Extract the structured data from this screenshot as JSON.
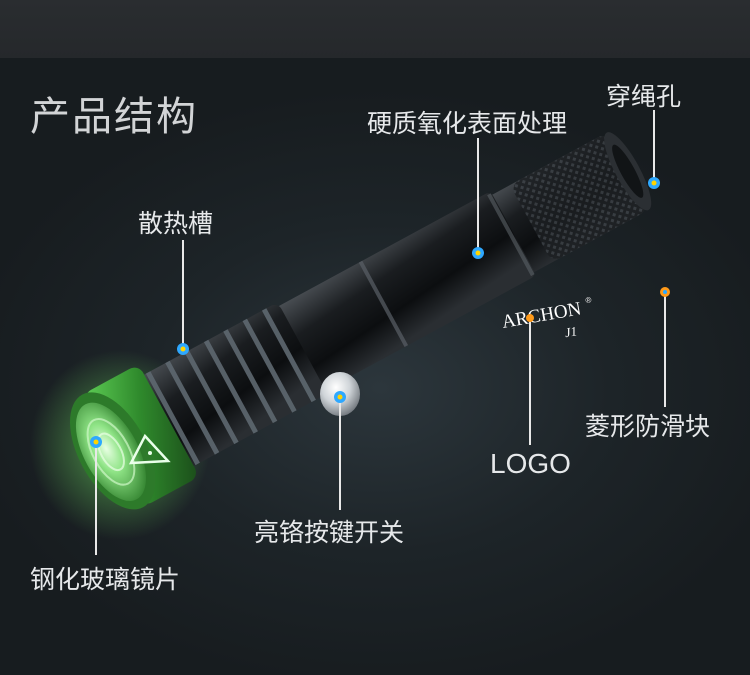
{
  "title": "产品结构",
  "labels": {
    "lanyard_hole": "穿绳孔",
    "hard_anodized": "硬质氧化表面处理",
    "heat_sink": "散热槽",
    "anti_slip": "菱形防滑块",
    "logo": "LOGO",
    "switch": "亮铬按键开关",
    "lens": "钢化玻璃镜片"
  },
  "brand": {
    "name": "ARCHON",
    "registered": "®",
    "model": "J1"
  },
  "colors": {
    "background": "#1b2125",
    "bezel_green": "#3f9a3a",
    "marker_blue": "#2ea8ff",
    "marker_yellow": "#ffd400",
    "marker_orange": "#ff9a1a",
    "leader_line": "#e8e8e8"
  }
}
